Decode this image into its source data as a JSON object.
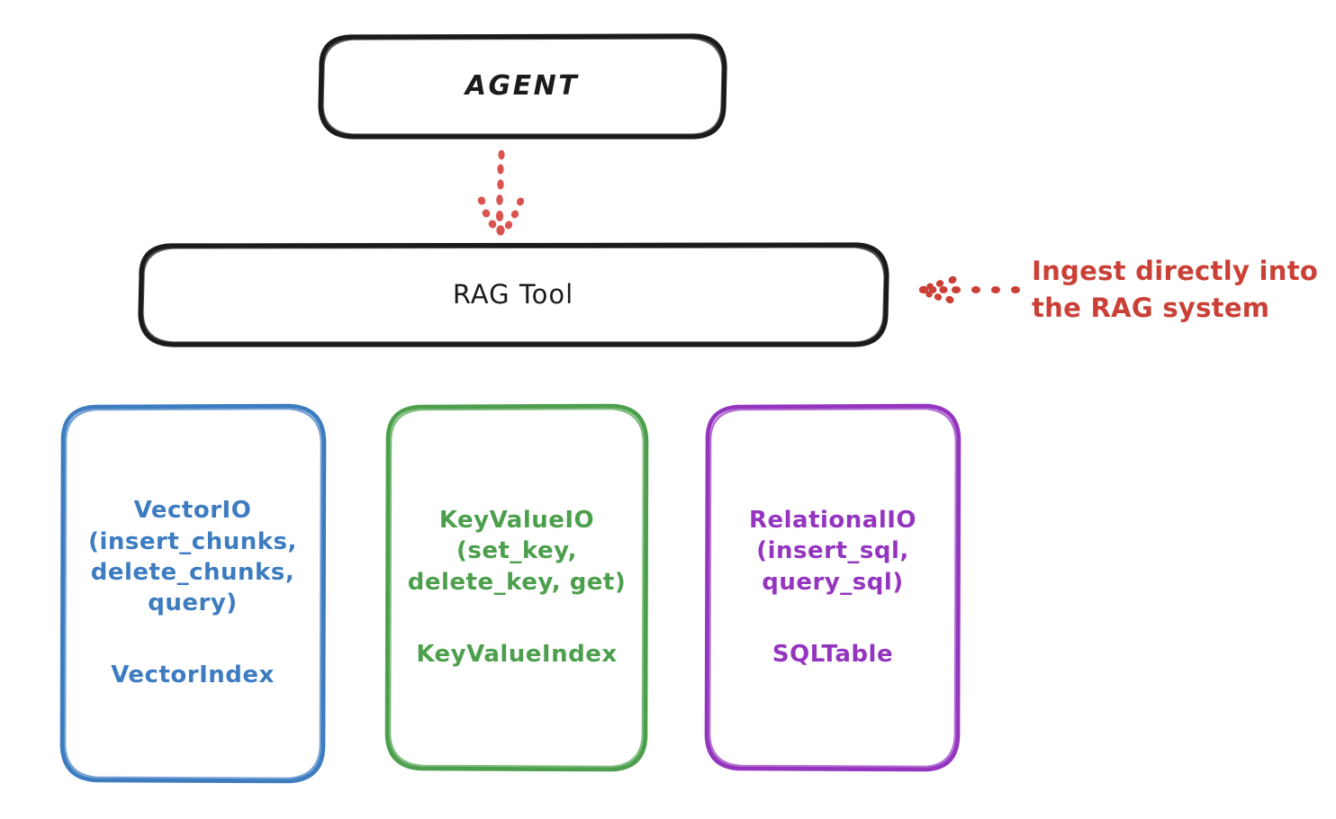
{
  "diagram": {
    "title": "RAG Tool storage API diagram",
    "background": "#ffffff",
    "nodes": {
      "agent": {
        "label": "AGENT",
        "stroke": "#1b1b1b"
      },
      "rag_tool": {
        "label": "RAG Tool",
        "stroke": "#1b1b1b"
      },
      "vector_store": {
        "api": "VectorIO\n(insert_chunks,\ndelete_chunks,\nquery)",
        "index": "VectorIndex",
        "stroke": "#3d7cc0"
      },
      "keyvalue_store": {
        "api": "KeyValueIO\n(set_key,\ndelete_key, get)",
        "index": "KeyValueIndex",
        "stroke": "#4c9f4c"
      },
      "relational_store": {
        "api": "RelationalIO\n(insert_sql,\nquery_sql)",
        "index": "SQLTable",
        "stroke": "#9435bf"
      }
    },
    "edges": {
      "agent_to_rag": {
        "style": "dotted",
        "direction": "down",
        "color": "#d9534f"
      },
      "ingest_arrow": {
        "style": "dotted",
        "direction": "left",
        "color": "#cb4036"
      }
    },
    "annotations": {
      "ingest": "Ingest directly into\nthe RAG system",
      "color": "#cb4036"
    }
  }
}
